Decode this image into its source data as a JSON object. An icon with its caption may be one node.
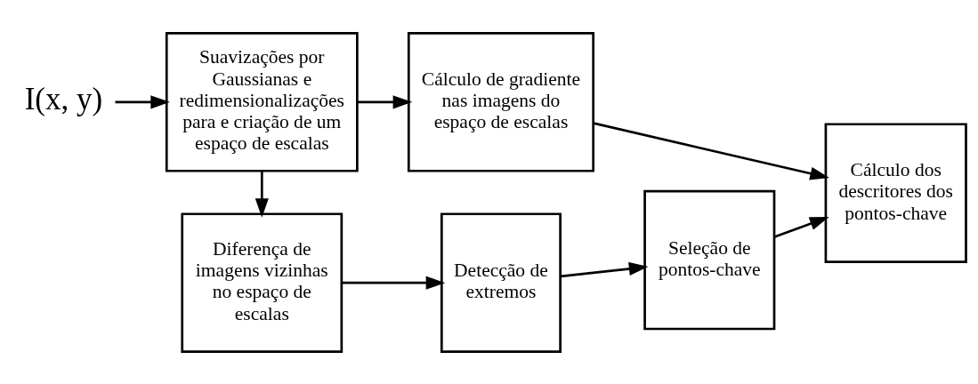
{
  "diagram": {
    "nodes": [
      {
        "text": [
          "I(x, y)"
        ]
      },
      {
        "text": [
          "Suavizações por Gaussianas e redimensionalizações para e criação de um espaço de escalas"
        ]
      },
      {
        "text": [
          "Cálculo de gradiente nas imagens do espaço de escalas"
        ]
      },
      {
        "text": [
          "Cálculo dos descritores dos pontos-chave"
        ]
      },
      {
        "text": [
          "Diferença de imagens vizinhas no espaço de escalas"
        ]
      },
      {
        "text": [
          "Detecção de extremos"
        ]
      },
      {
        "text": [
          "Seleção de pontos-chave"
        ]
      }
    ],
    "edges": [
      {
        "from": 0,
        "to": 1,
        "arrow": "to"
      },
      {
        "from": 1,
        "to": 2,
        "arrow": "to"
      },
      {
        "from": 1,
        "to": 4,
        "arrow": "to"
      },
      {
        "from": 2,
        "to": 3,
        "arrow": "to"
      },
      {
        "from": 4,
        "to": 5,
        "arrow": "to"
      },
      {
        "from": 5,
        "to": 6,
        "arrow": "to"
      },
      {
        "from": 6,
        "to": 3,
        "arrow": "to"
      }
    ]
  }
}
